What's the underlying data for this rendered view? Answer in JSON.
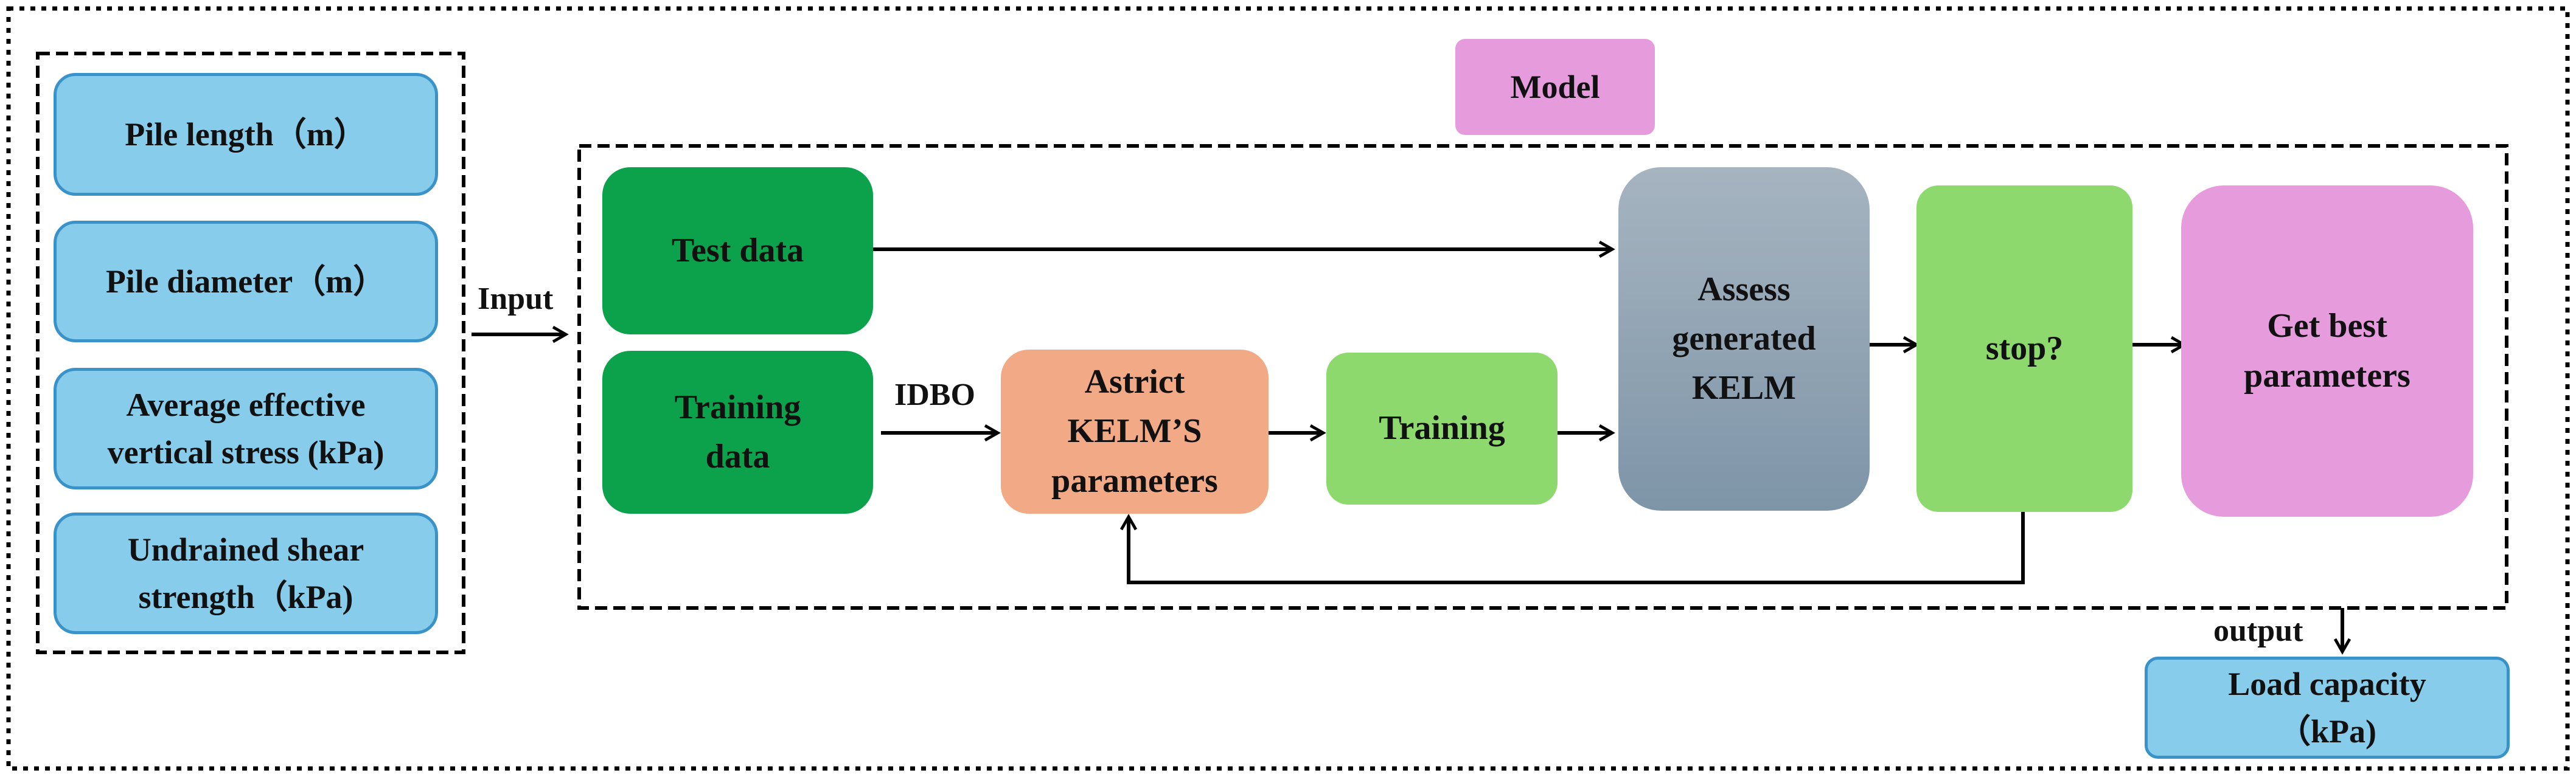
{
  "inputs": [
    "Pile length（m）",
    "Pile diameter（m）",
    "Average effective\nvertical stress (kPa)",
    "Undrained shear\nstrength（kPa)"
  ],
  "labels": {
    "input": "Input",
    "idbo": "IDBO",
    "output": "output"
  },
  "model": {
    "title": "Model",
    "test_data": "Test data",
    "training_data": "Training\ndata",
    "astrict": "Astrict\nKELM’S\nparameters",
    "training": "Training",
    "assess": "Assess\ngenerated\nKELM",
    "stop": "stop?",
    "best": "Get best\nparameters"
  },
  "result": "Load capacity\n（kPa)",
  "colors": {
    "input_fill": "#87CDEB",
    "input_border": "#3A93C8",
    "data_fill": "#0BA24B",
    "training_fill": "#8ED96E",
    "astrict_fill": "#F2A985",
    "assess_fill": "#8FA3B4",
    "best_fill": "#E59BDC"
  }
}
